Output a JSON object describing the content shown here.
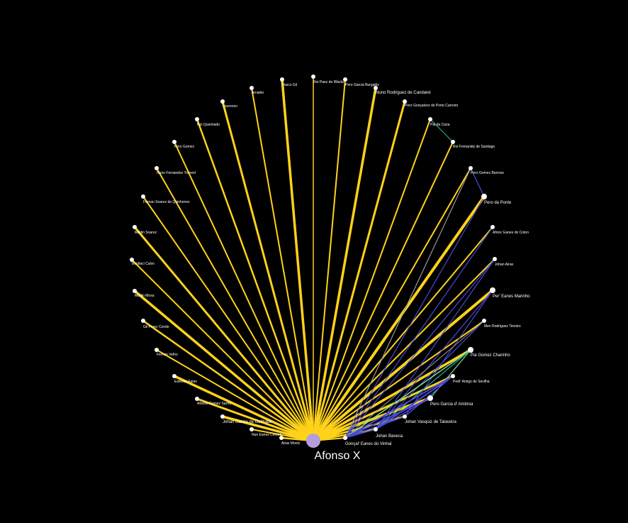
{
  "colors": {
    "background": "#000000",
    "yellow": "#ffd21a",
    "blue": "#4a4ad6",
    "teal": "#28b0a0",
    "green": "#7ee08a",
    "gray": "#9a9a9a",
    "node": "#ffffff",
    "center_node": "#b39ddb"
  },
  "center": {
    "label": "Afonso X"
  },
  "nodes": [
    {
      "id": "aires-moniz",
      "label": "Airas Moniz"
    },
    {
      "id": "nun-eanes",
      "label": "Nun Eanes Cerzeo"
    },
    {
      "id": "johan-garcia",
      "label": "Johan Garcia de Guilhade"
    },
    {
      "id": "afonso-gomez",
      "label": "Afonso Gomez Sarria"
    },
    {
      "id": "estevan-faian",
      "label": "Estevan Faian"
    },
    {
      "id": "fernan-velho",
      "label": "Fernan Velho"
    },
    {
      "id": "gil-perez",
      "label": "Gil Perez Conde"
    },
    {
      "id": "martin-moxa",
      "label": "Martin Moxa"
    },
    {
      "id": "bonifaci-calvo",
      "label": "Bonifaci Calvo"
    },
    {
      "id": "martin-soarez",
      "label": "Martin Soarez"
    },
    {
      "id": "fernan-soarez",
      "label": "Fernan Soarez de Quinhones"
    },
    {
      "id": "nuno-fernandez",
      "label": "Nuno Fernandez Torneol"
    },
    {
      "id": "pero-gomez-g",
      "label": "Pero Gomez"
    },
    {
      "id": "roi-queimado",
      "label": "Roi Queimado"
    },
    {
      "id": "lourenzo",
      "label": "Lourenzo"
    },
    {
      "id": "arnaldo",
      "label": "Arnaldo"
    },
    {
      "id": "vasco-gil",
      "label": "Vasco Gil"
    },
    {
      "id": "roi-paez",
      "label": "Roi Paez de Ribela"
    },
    {
      "id": "pero-garcia-burgales",
      "label": "Pero Garcia Burgalês"
    },
    {
      "id": "nuno-rodriguez",
      "label": "Nuno Rodriguez de Candarei"
    },
    {
      "id": "pero-goncalvez",
      "label": "Pero Gonçalvez de Porto Carreiro"
    },
    {
      "id": "pai-da-cana",
      "label": "Pai da Cana"
    },
    {
      "id": "roi-fernandiz",
      "label": "Roi Fernandiz de Santiago"
    },
    {
      "id": "pero-gomez-barroso",
      "label": "Pero Gomez Barroso"
    },
    {
      "id": "pero-da-ponte",
      "label": "Pero da Ponte"
    },
    {
      "id": "afons-eanes",
      "label": "Afons' Eanes do Coton"
    },
    {
      "id": "johan-airas",
      "label": "Johan Airas"
    },
    {
      "id": "per-eanes",
      "label": "Per' Eanes Marinho"
    },
    {
      "id": "men-rodriguez",
      "label": "Men Rodriguez Tenoiro"
    },
    {
      "id": "pai-gomez",
      "label": "Pai Gomez Charinho"
    },
    {
      "id": "pedr-amigo",
      "label": "Pedr' Amigo de Sevilha"
    },
    {
      "id": "pero-garcia-ambroa",
      "label": "Pero Garcia d' Ambroa"
    },
    {
      "id": "johan-vasquiz",
      "label": "Johan Vasquiz de Talaveira"
    },
    {
      "id": "johan-baveca",
      "label": "Johan Baveca"
    },
    {
      "id": "goncal-eanes",
      "label": "Gonçal' Eanes do Vinhal"
    }
  ]
}
